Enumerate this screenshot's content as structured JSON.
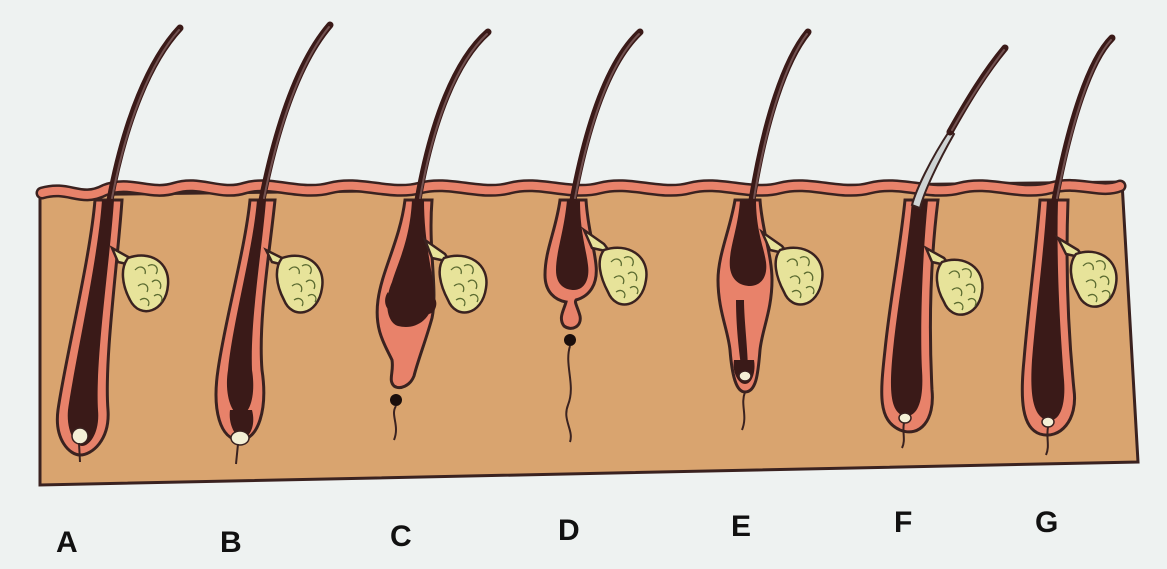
{
  "labels": [
    "A",
    "B",
    "C",
    "D",
    "E",
    "F",
    "G"
  ]
}
